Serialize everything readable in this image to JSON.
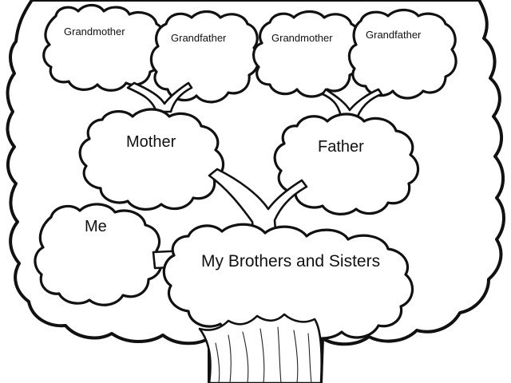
{
  "labels": {
    "grandmother_left": "Grandmother",
    "grandfather_left": "Grandfather",
    "grandmother_right": "Grandmother",
    "grandfather_right": "Grandfather",
    "mother": "Mother",
    "father": "Father",
    "me": "Me",
    "siblings": "My Brothers and Sisters"
  }
}
